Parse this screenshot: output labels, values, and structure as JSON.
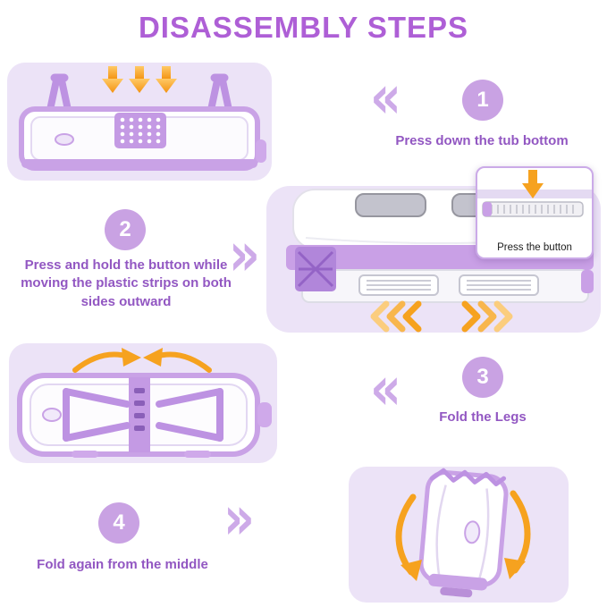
{
  "title": "DISASSEMBLY STEPS",
  "colors": {
    "title": "#ae5fd6",
    "step_text": "#9257c2",
    "badge_bg": "#c9a2e3",
    "badge_text": "#ffffff",
    "chevron": "#cdaae8",
    "arrow_orange": "#f6a21f",
    "panel_bg": "#ece3f7",
    "tub_purple": "#c49ae4"
  },
  "icons": {
    "chevron_left": "«",
    "chevron_right": "»"
  },
  "steps": [
    {
      "number": "1",
      "label": "Press down the tub bottom"
    },
    {
      "number": "2",
      "label": "Press and hold the button while moving the plastic strips on both sides outward"
    },
    {
      "number": "3",
      "label": "Fold the Legs"
    },
    {
      "number": "4",
      "label": "Fold again from the middle"
    }
  ],
  "inset": {
    "label": "Press the button"
  }
}
